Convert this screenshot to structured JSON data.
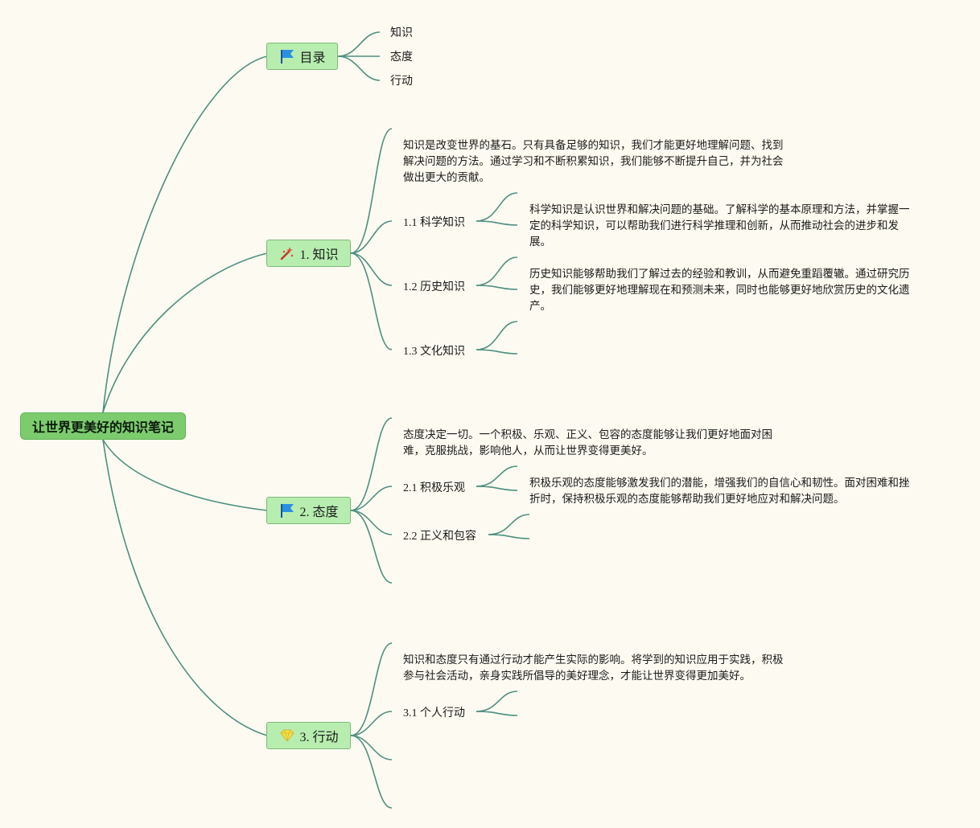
{
  "root": {
    "label": "让世界更美好的知识笔记"
  },
  "colors": {
    "line": "#4e8f80",
    "root_fill": "#7ccc6e",
    "branch_fill": "#b7eeb0",
    "background": "#fdfbf1"
  },
  "toc": {
    "label": "目录",
    "icon": "blue-flag-icon",
    "items": [
      "知识",
      "态度",
      "行动"
    ]
  },
  "knowledge": {
    "label": "1. 知识",
    "icon": "magic-wand-icon",
    "intro": [
      "知识是改变世界的基石。只有具备足够的知识，我们才能更好地理解问题、找到",
      "解决问题的方法。通过学习和不断积累知识，我们能够不断提升自己，并为社会",
      "做出更大的贡献。"
    ],
    "subs": [
      {
        "label": "1.1 科学知识",
        "text": [
          "科学知识是认识世界和解决问题的基础。了解科学的基本原理和方法，并掌握一",
          "定的科学知识，可以帮助我们进行科学推理和创新，从而推动社会的进步和发",
          "展。"
        ]
      },
      {
        "label": "1.2 历史知识",
        "text": [
          "历史知识能够帮助我们了解过去的经验和教训，从而避免重蹈覆辙。通过研究历",
          "史，我们能够更好地理解现在和预测未来，同时也能够更好地欣赏历史的文化遗",
          "产。"
        ]
      },
      {
        "label": "1.3 文化知识"
      }
    ]
  },
  "attitude": {
    "label": "2. 态度",
    "icon": "blue-flag-icon",
    "intro": [
      "态度决定一切。一个积极、乐观、正义、包容的态度能够让我们更好地面对困",
      "难，克服挑战，影响他人，从而让世界变得更美好。"
    ],
    "subs": [
      {
        "label": "2.1 积极乐观",
        "text": [
          "积极乐观的态度能够激发我们的潜能，增强我们的自信心和韧性。面对困难和挫",
          "折时，保持积极乐观的态度能够帮助我们更好地应对和解决问题。"
        ]
      },
      {
        "label": "2.2 正义和包容"
      }
    ]
  },
  "action": {
    "label": "3. 行动",
    "icon": "diamond-icon",
    "intro": [
      "知识和态度只有通过行动才能产生实际的影响。将学到的知识应用于实践，积极",
      "参与社会活动，亲身实践所倡导的美好理念，才能让世界变得更加美好。"
    ],
    "subs": [
      {
        "label": "3.1 个人行动"
      }
    ]
  }
}
